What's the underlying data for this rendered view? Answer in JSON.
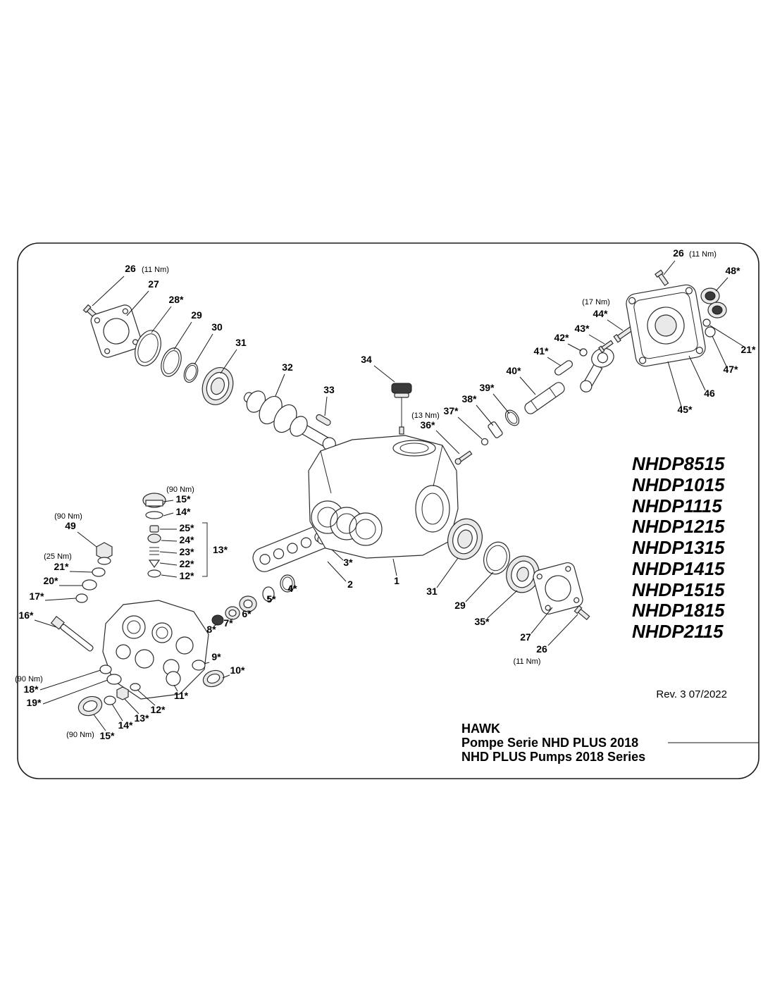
{
  "diagram": {
    "models": [
      "NHDP8515",
      "NHDP1015",
      "NHDP1115",
      "NHDP1215",
      "NHDP1315",
      "NHDP1415",
      "NHDP1515",
      "NHDP1815",
      "NHDP2115"
    ],
    "revision": "Rev. 3 07/2022",
    "title": {
      "brand": "HAWK",
      "line1": "Pompe Serie NHD PLUS 2018",
      "line2": "NHD PLUS Pumps 2018 Series"
    },
    "colors": {
      "line": "#1a1a1a",
      "fill_light": "#e9e9e9",
      "fill_dark": "#3a3a3a",
      "background": "#ffffff"
    },
    "callouts": [
      {
        "text": "26",
        "note": "(11 Nm)"
      },
      {
        "text": "27"
      },
      {
        "text": "28*"
      },
      {
        "text": "29"
      },
      {
        "text": "30"
      },
      {
        "text": "31"
      },
      {
        "text": "32"
      },
      {
        "text": "33"
      },
      {
        "text": "34"
      },
      {
        "text": "36*",
        "note": "(13 Nm)"
      },
      {
        "text": "37*"
      },
      {
        "text": "38*"
      },
      {
        "text": "39*"
      },
      {
        "text": "40*"
      },
      {
        "text": "41*"
      },
      {
        "text": "42*"
      },
      {
        "text": "43*"
      },
      {
        "text": "44*",
        "note": "(17 Nm)"
      },
      {
        "text": "26",
        "note": "(11 Nm)"
      },
      {
        "text": "48*"
      },
      {
        "text": "21*"
      },
      {
        "text": "47*"
      },
      {
        "text": "46"
      },
      {
        "text": "45*"
      },
      {
        "text": "1"
      },
      {
        "text": "2"
      },
      {
        "text": "3*"
      },
      {
        "text": "31"
      },
      {
        "text": "29"
      },
      {
        "text": "35*"
      },
      {
        "text": "27"
      },
      {
        "text": "26",
        "note": "(11 Nm)"
      },
      {
        "text": "15*",
        "note": "(90 Nm)"
      },
      {
        "text": "14*"
      },
      {
        "text": "25*"
      },
      {
        "text": "24*"
      },
      {
        "text": "23*"
      },
      {
        "text": "22*"
      },
      {
        "text": "12*"
      },
      {
        "text": "13*"
      },
      {
        "text": "49",
        "note": "(90 Nm)"
      },
      {
        "text": "21*",
        "note": "(25 Nm)"
      },
      {
        "text": "20*"
      },
      {
        "text": "17*"
      },
      {
        "text": "16*"
      },
      {
        "text": "18*",
        "note": "(90 Nm)"
      },
      {
        "text": "19*"
      },
      {
        "text": "15*",
        "note": "(90 Nm)"
      },
      {
        "text": "14*"
      },
      {
        "text": "13*"
      },
      {
        "text": "12*"
      },
      {
        "text": "11*"
      },
      {
        "text": "10*"
      },
      {
        "text": "9*"
      },
      {
        "text": "8*"
      },
      {
        "text": "7*"
      },
      {
        "text": "6*"
      },
      {
        "text": "5*"
      },
      {
        "text": "4*"
      }
    ]
  }
}
